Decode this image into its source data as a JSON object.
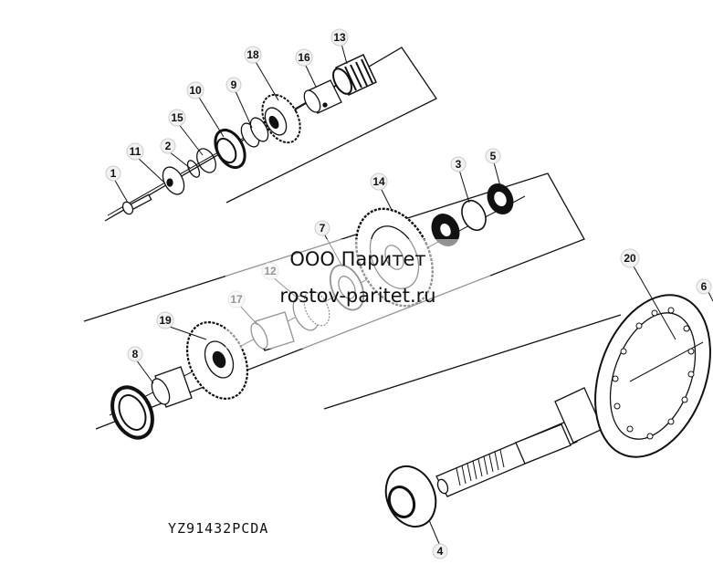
{
  "watermark": {
    "company": "ООО Паритет",
    "site": "rostov-paritet.ru"
  },
  "figure_code": "YZ91432PCDA",
  "callouts": {
    "c1": "1",
    "c2": "2",
    "c3": "3",
    "c4": "4",
    "c5": "5",
    "c6": "6",
    "c7": "7",
    "c8": "8",
    "c9": "9",
    "c10": "10",
    "c11": "11",
    "c12": "12",
    "c13": "13",
    "c14": "14",
    "c15": "15",
    "c16": "16",
    "c17": "17",
    "c18": "18",
    "c19": "19",
    "c20": "20"
  },
  "colors": {
    "ink": "#111111",
    "paper": "#ffffff",
    "callout_circle": "#f2f2f2"
  }
}
